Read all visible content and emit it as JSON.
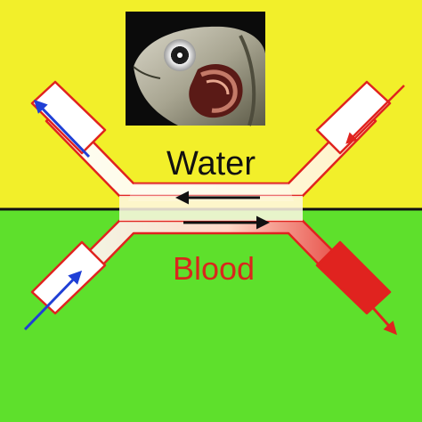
{
  "diagram": {
    "water_label": "Water",
    "blood_label": "Blood",
    "photo_alt": "fish-head-gill-photo"
  },
  "colors": {
    "water_region": "#f2ef2a",
    "blood_region": "#5ee02c",
    "divider": "#111111",
    "channel_outline": "#e0231f",
    "channel_fill": "#ffe9b8",
    "blood_gradient_end": "#e0231f",
    "water_text": "#111111",
    "blood_text": "#d9261c",
    "water_flow_arrow": "#111111",
    "blood_flow_arrow": "#111111",
    "inflow_arrow_blue": "#1f3fd6",
    "outflow_arrow_red": "#e0231f"
  }
}
